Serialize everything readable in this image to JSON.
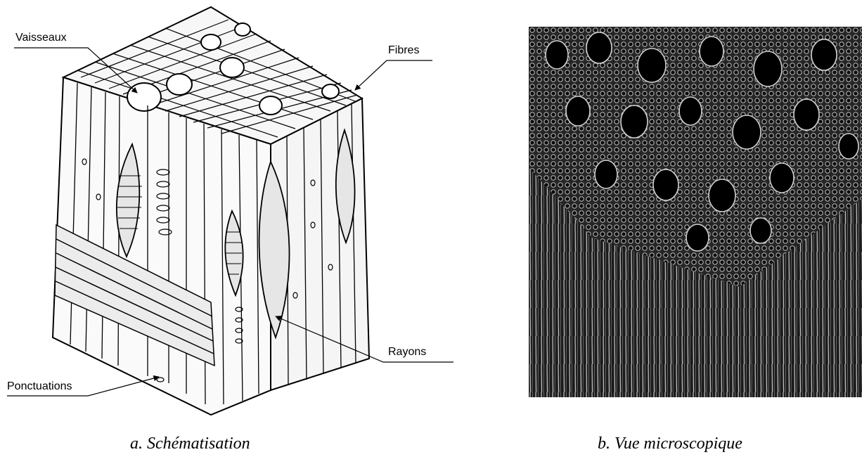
{
  "diagram": {
    "labels": {
      "vessels": "Vaisseaux",
      "fibres": "Fibres",
      "rays": "Rayons",
      "pits": "Ponctuations"
    }
  },
  "captions": {
    "left": "a. Schématisation",
    "right": "b. Vue microscopique"
  },
  "colors": {
    "ink": "#000000",
    "paper": "#ffffff",
    "micrograph_bg": "#1a1a1a"
  }
}
